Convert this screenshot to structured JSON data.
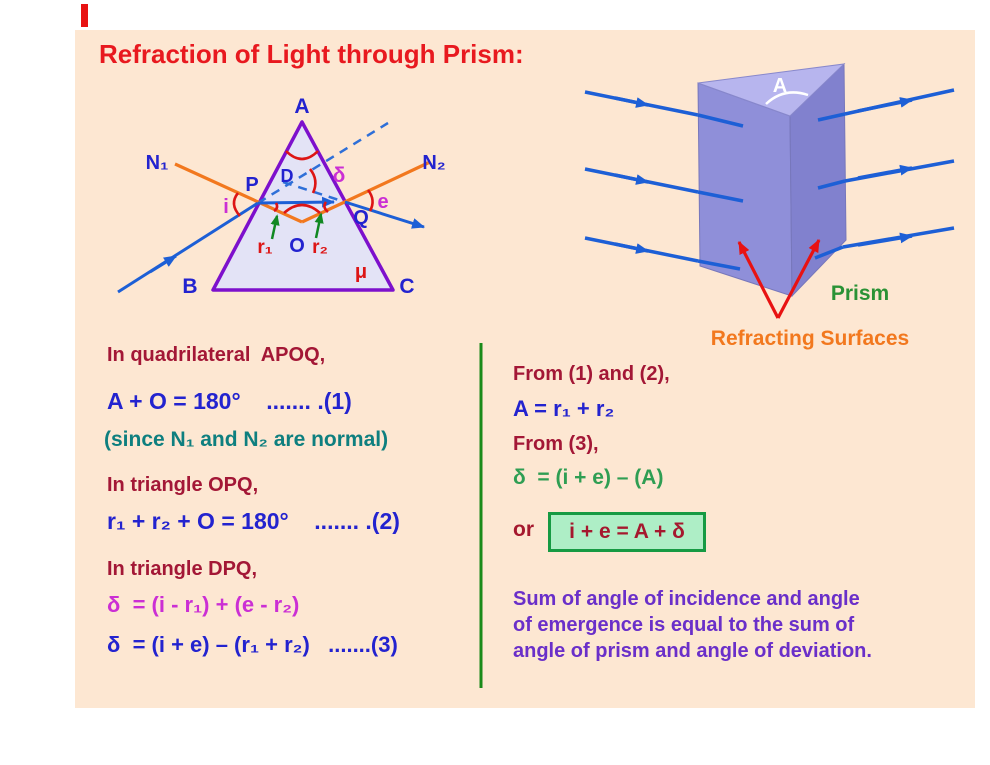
{
  "page": {
    "title": "Refraction of Light through Prism:"
  },
  "colors": {
    "panel_bg": "#fde7d2",
    "title_red": "#e8191f",
    "maroon": "#a31736",
    "blue": "#2323cf",
    "teal": "#0e7f7f",
    "magenta": "#cb2fd4",
    "green_eq": "#2f9e53",
    "purple_text": "#6a2fc9",
    "orange": "#f2781e",
    "ray_blue": "#1d5fd6",
    "prism_outline": "#7d10cc",
    "prism_fill": "#e3e3f6",
    "arc_red": "#dd1515",
    "divider_green": "#1a8a1a",
    "box_border": "#169a43",
    "box_fill": "#aeeec6",
    "box_text": "#a5182e",
    "prism3d_top": "#b7b5ee",
    "prism3d_front": "#8f8fd9",
    "prism3d_right": "#8181ce"
  },
  "diagram2d": {
    "A": "A",
    "B": "B",
    "C": "C",
    "P": "P",
    "Q": "Q",
    "O": "O",
    "D": "D",
    "N1": "N₁",
    "N2": "N₂",
    "angle_i": "i",
    "angle_e": "e",
    "delta": "δ",
    "r1": "r₁",
    "r2": "r₂",
    "mu": "μ"
  },
  "diagram3d": {
    "apex": "A",
    "prism_label": "Prism",
    "surfaces_label": "Refracting Surfaces"
  },
  "left_column": {
    "heading_quadrilateral": "In quadrilateral  APOQ,",
    "eq1": "A + O = 180°    ....... .(1)",
    "note_normals": "(since N₁ and N₂ are normal)",
    "heading_triangle_opq": "In triangle OPQ,",
    "eq2": "r₁ + r₂ + O = 180°    ....... .(2)",
    "heading_triangle_dpq": "In triangle DPQ,",
    "eq3": "δ  = (i - r₁) + (e - r₂)",
    "eq4": "δ  = (i + e) – (r₁ + r₂)   .......(3)"
  },
  "right_column": {
    "from_1_2": "From (1) and (2),",
    "eq_a": "A = r₁ + r₂",
    "from_3": "From (3),",
    "eq_delta": "δ  = (i + e) – (A)",
    "or_label": "or",
    "boxed_formula": "i + e = A + δ",
    "summary_line1": "Sum of angle of incidence and angle",
    "summary_line2": "of emergence is equal to the sum of",
    "summary_line3": "angle of prism and angle of deviation."
  }
}
